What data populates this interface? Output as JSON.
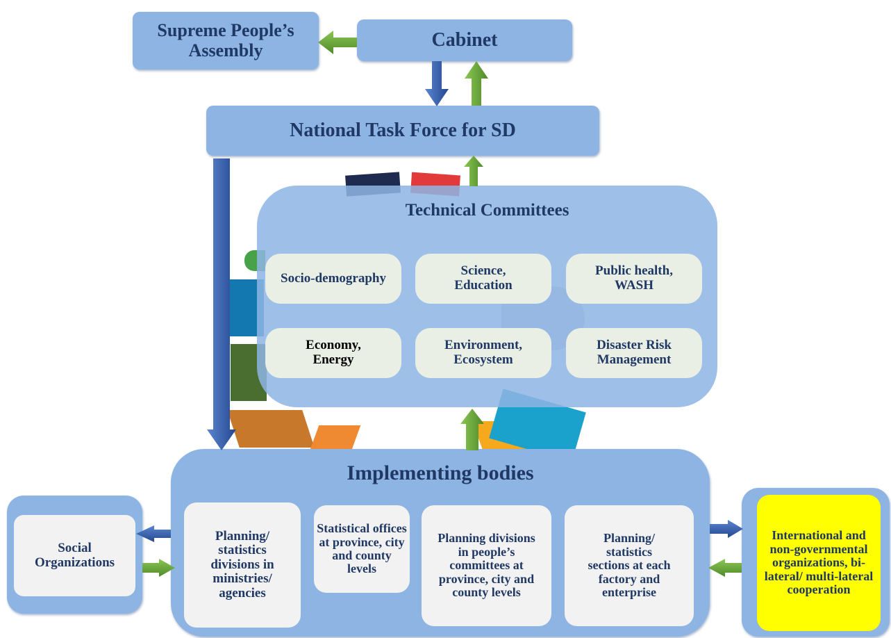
{
  "top": {
    "assembly": "Supreme People’s Assembly",
    "cabinet": "Cabinet",
    "task_force": "National Task Force for SD"
  },
  "technical": {
    "title": "Technical Committees",
    "items": [
      "Socio-demography",
      "Science, Education",
      "Public health, WASH",
      "Economy, Energy",
      "Environment, Ecosystem",
      "Disaster Risk Management"
    ]
  },
  "implementing": {
    "title": "Implementing bodies",
    "items": [
      "Planning/ statistics divisions in ministries/ agencies",
      "Statistical offices at province, city and county levels",
      "Planning divisions in people’s committees at province, city and county levels",
      "Planning/ statistics sections at each factory and enterprise"
    ]
  },
  "social": "Social Organizations",
  "international": "International and non-governmental organizations, bi-lateral/ multi-lateral cooperation",
  "colors": {
    "box_blue": "#8eb4e3",
    "arrow_blue": "#2e5aa8",
    "arrow_green": "#5a9a2e",
    "highlight": "#ffff00"
  }
}
